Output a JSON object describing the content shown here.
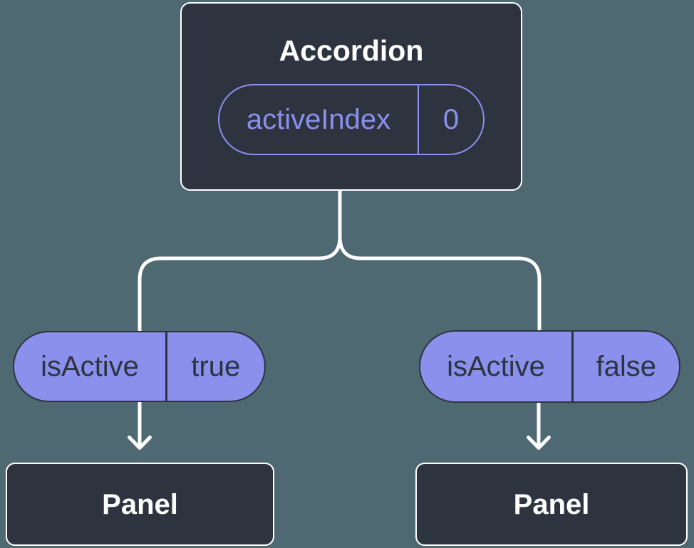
{
  "colors": {
    "background": "#4e6971",
    "node_bg": "#2d3440",
    "node_border": "#ffffff",
    "accent": "#8b90ec",
    "dark": "#2d3440",
    "light_text": "#ffffff",
    "connector": "#ffffff"
  },
  "root_node": {
    "title": "Accordion",
    "state_pill": {
      "label": "activeIndex",
      "value": "0"
    }
  },
  "children": [
    {
      "prop_pill": {
        "label": "isActive",
        "value": "true"
      },
      "node": {
        "title": "Panel"
      }
    },
    {
      "prop_pill": {
        "label": "isActive",
        "value": "false"
      },
      "node": {
        "title": "Panel"
      }
    }
  ]
}
